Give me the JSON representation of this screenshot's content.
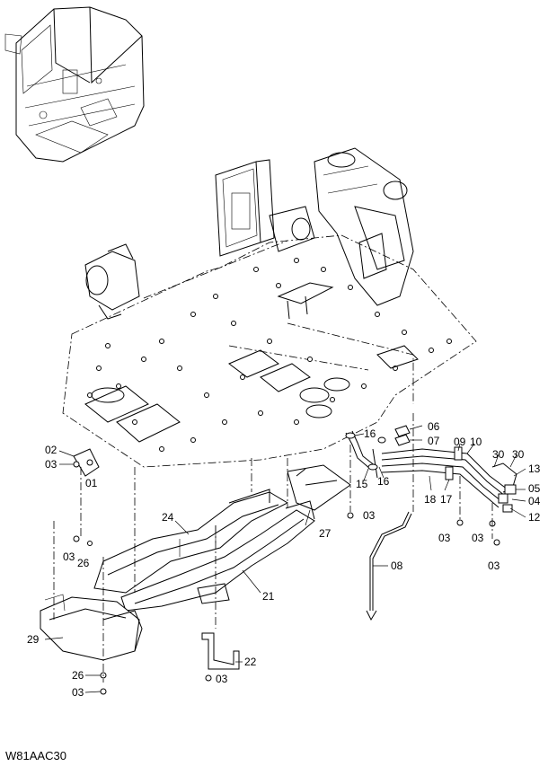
{
  "figure_code": "W81AAC30",
  "parts": [
    {
      "label": "01"
    },
    {
      "label": "02"
    },
    {
      "label": "03"
    },
    {
      "label": "04"
    },
    {
      "label": "05"
    },
    {
      "label": "06"
    },
    {
      "label": "07"
    },
    {
      "label": "08"
    },
    {
      "label": "09"
    },
    {
      "label": "10"
    },
    {
      "label": "12"
    },
    {
      "label": "13"
    },
    {
      "label": "15"
    },
    {
      "label": "16"
    },
    {
      "label": "17"
    },
    {
      "label": "18"
    },
    {
      "label": "21"
    },
    {
      "label": "22"
    },
    {
      "label": "24"
    },
    {
      "label": "26"
    },
    {
      "label": "27"
    },
    {
      "label": "29"
    },
    {
      "label": "30"
    }
  ]
}
